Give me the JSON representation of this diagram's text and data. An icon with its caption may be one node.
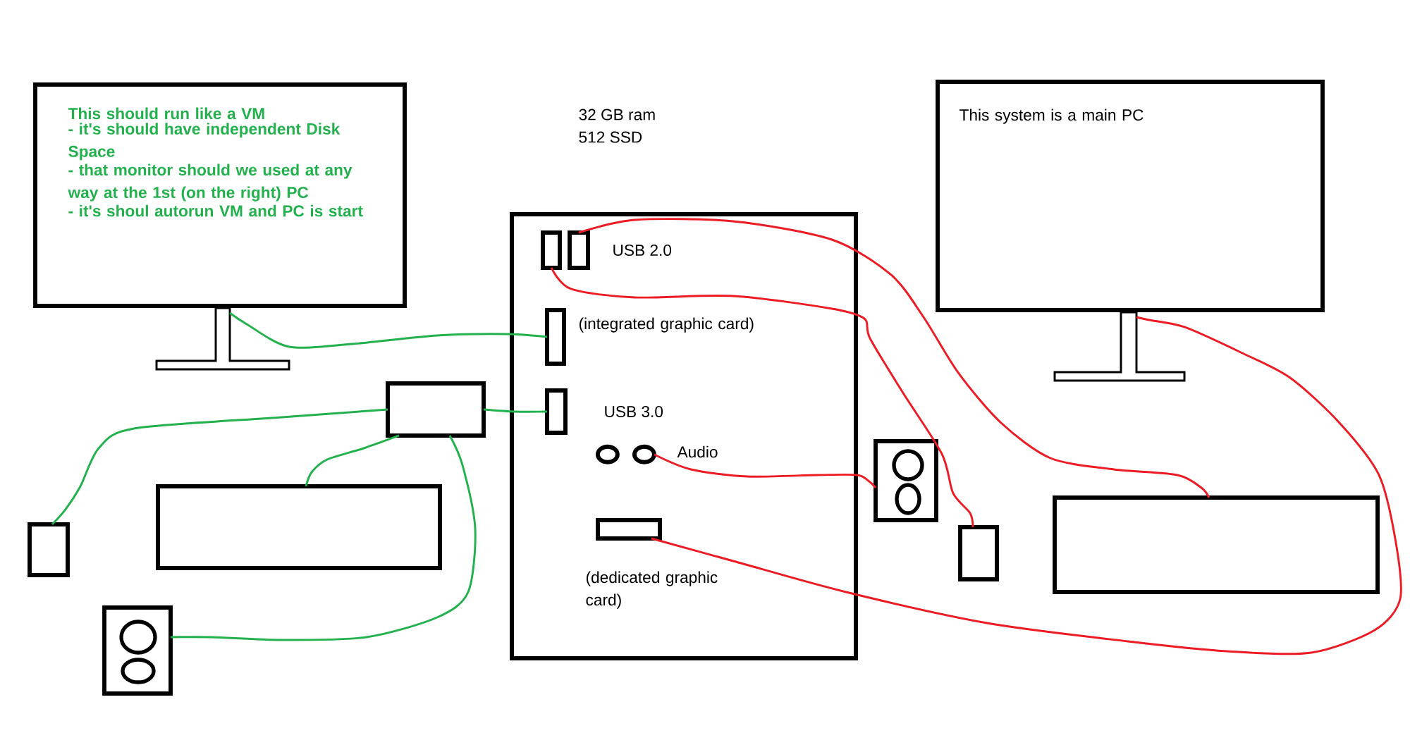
{
  "diagram": {
    "nodes": [
      {
        "text": [
          "This should run like a VM",
          "- it's should have independent Disk Space",
          "- that monitor should we used at any way at the 1st (on the right) PC",
          "- it's shoul autorun VM and PC is start"
        ]
      },
      {
        "text": [
          "This system is a main PC"
        ]
      },
      {
        "text": [],
        "shape": "box"
      },
      {
        "text": [],
        "shape": "box",
        "in": 2
      },
      {
        "text": [],
        "shape": "box",
        "in": 2,
        "beside": [
          "USB 2.0"
        ]
      },
      {
        "text": [],
        "shape": "box",
        "in": 2,
        "beside": [
          "(integrated graphic card)"
        ]
      },
      {
        "text": [],
        "shape": "box"
      },
      {
        "text": [],
        "shape": "box",
        "in": 2,
        "beside": [
          "USB 3.0"
        ]
      },
      {
        "text": [],
        "shape": "circle",
        "in": 2
      },
      {
        "text": [],
        "shape": "circle",
        "in": 2,
        "beside": [
          "Audio"
        ]
      },
      {
        "text": [],
        "shape": "picture"
      },
      {
        "text": [],
        "shape": "box"
      },
      {
        "text": [],
        "shape": "box"
      },
      {
        "text": [],
        "shape": "box"
      },
      {
        "text": [],
        "shape": "box"
      },
      {
        "text": [],
        "shape": "box",
        "in": 2,
        "beside": [
          "(dedicated graphic card)"
        ]
      },
      {
        "text": [],
        "shape": "picture"
      }
    ],
    "edges": [
      {
        "from": 0,
        "to": 5,
        "arrow": "none"
      },
      {
        "from": 6,
        "to": 7,
        "arrow": "none"
      },
      {
        "from": 6,
        "to": 12,
        "arrow": "none"
      },
      {
        "from": 6,
        "to": 11,
        "arrow": "none"
      },
      {
        "from": 6,
        "to": 16,
        "arrow": "none"
      },
      {
        "from": 4,
        "to": 13,
        "arrow": "none",
        "color": "#ed1c24"
      },
      {
        "from": 3,
        "to": 14,
        "arrow": "none",
        "color": "#ed1c24"
      },
      {
        "from": 9,
        "to": 10,
        "arrow": "none",
        "color": "#ed1c24"
      },
      {
        "from": 15,
        "to": 1,
        "arrow": "none",
        "color": "#ed1c24"
      }
    ],
    "labels": [
      "32 GB ram",
      "512 SSD"
    ]
  }
}
